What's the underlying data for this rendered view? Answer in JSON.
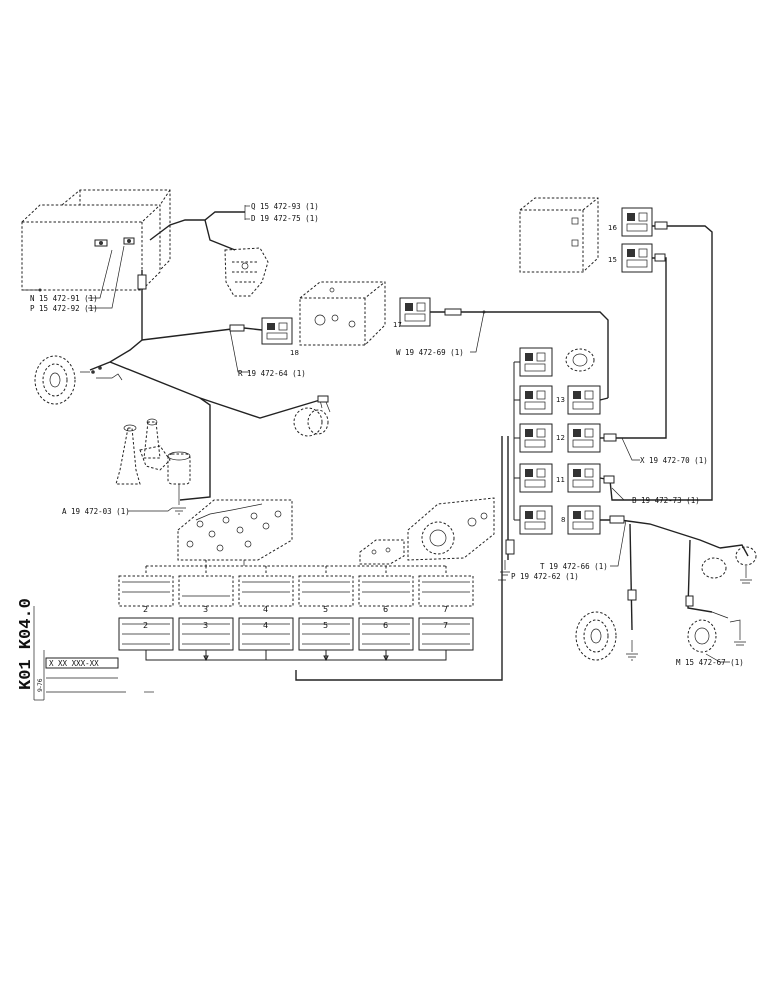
{
  "sheet": {
    "code": "K01 K04.0",
    "date": "9-76",
    "part_number": "X XX XXX-XX"
  },
  "callouts": {
    "q": "Q 15 472-93 (1)",
    "d": "D 19 472-75 (1)",
    "n": "N 15 472-91 (1)",
    "p15": "P 15 472-92 (1)",
    "r": "R 19 472-64 (1)",
    "w": "W 19 472-69 (1)",
    "a": "A 19 472-03 (1)",
    "x": "X 19 472-70 (1)",
    "b": "B 19 472-73 (1)",
    "t": "T 19 472-66 (1)",
    "p19": "P 19 472-62 (1)",
    "m": "M 15 472-67 (1)"
  },
  "relay_numbers": {
    "r16": "16",
    "r15": "15",
    "r17": "17",
    "r18": "18",
    "r13": "13",
    "r12": "12",
    "r11": "11",
    "r8": "8"
  },
  "module_numbers": {
    "upper": [
      "2",
      "3",
      "4",
      "5",
      "6",
      "7"
    ],
    "lower": [
      "2",
      "3",
      "4",
      "5",
      "6",
      "7"
    ]
  }
}
